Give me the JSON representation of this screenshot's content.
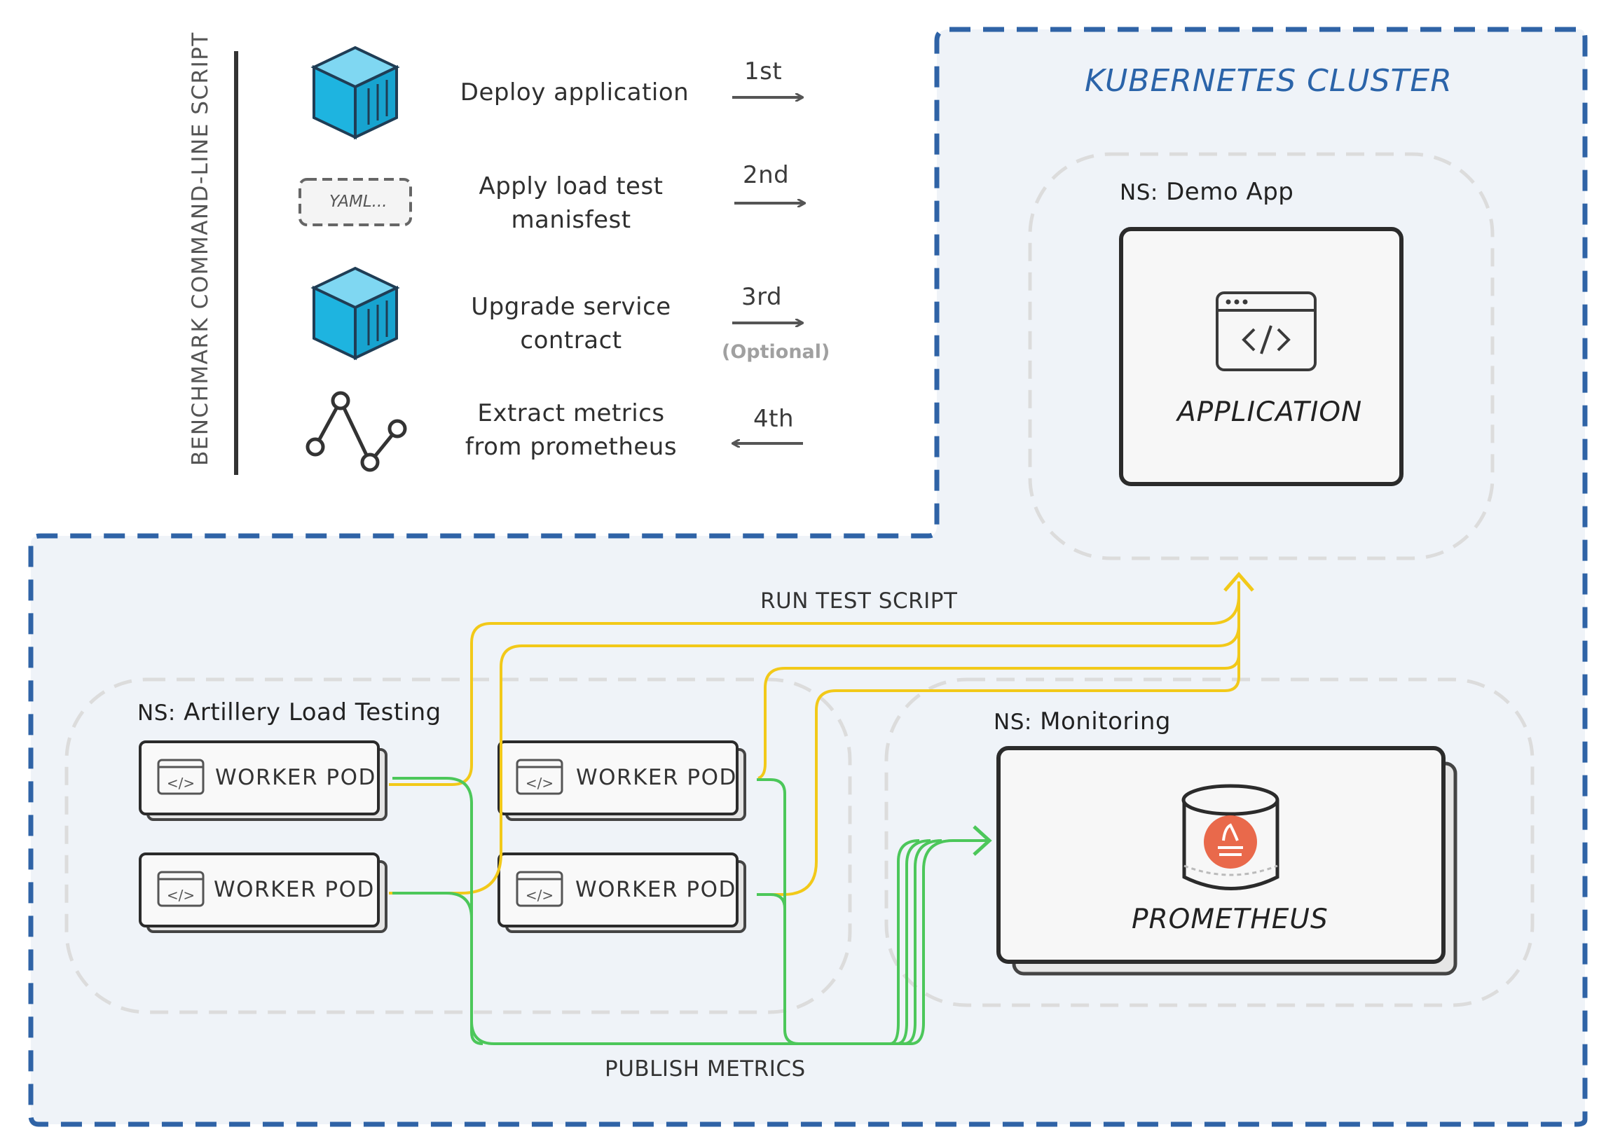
{
  "script": {
    "title": "BENCHMARK COMMAND-LINE SCRIPT",
    "steps": [
      {
        "icon": "container-cube-icon",
        "label_line1": "Deploy application",
        "label_line2": "",
        "order": "1st",
        "note": "",
        "direction": "right"
      },
      {
        "icon": "yaml-file-icon",
        "icon_text": "YAML...",
        "label_line1": "Apply load test",
        "label_line2": "manisfest",
        "order": "2nd",
        "note": "",
        "direction": "right"
      },
      {
        "icon": "container-cube-icon",
        "label_line1": "Upgrade service",
        "label_line2": "contract",
        "order": "3rd",
        "note": "(Optional)",
        "direction": "right"
      },
      {
        "icon": "metrics-graph-icon",
        "label_line1": "Extract metrics",
        "label_line2": "from prometheus",
        "order": "4th",
        "note": "",
        "direction": "left"
      }
    ]
  },
  "cluster": {
    "title": "KUBERNETES CLUSTER",
    "namespaces": {
      "demo": {
        "prefix": "NS:",
        "name": "Demo App",
        "box_label": "APPLICATION"
      },
      "artillery": {
        "prefix": "NS:",
        "name": "Artillery Load Testing",
        "pods": [
          "WORKER POD",
          "WORKER POD",
          "WORKER POD",
          "WORKER POD"
        ]
      },
      "monitoring": {
        "prefix": "NS:",
        "name": "Monitoring",
        "box_label": "PROMETHEUS"
      }
    },
    "flows": {
      "run": "RUN TEST SCRIPT",
      "publish": "PUBLISH METRICS"
    }
  },
  "colors": {
    "cluster_border": "#2f63a6",
    "cluster_fill": "#eff3f8",
    "cube_blue": "#1eb4e0",
    "run_line": "#f2c919",
    "publish_line": "#4cc75a",
    "prometheus_orange": "#e9694b"
  }
}
